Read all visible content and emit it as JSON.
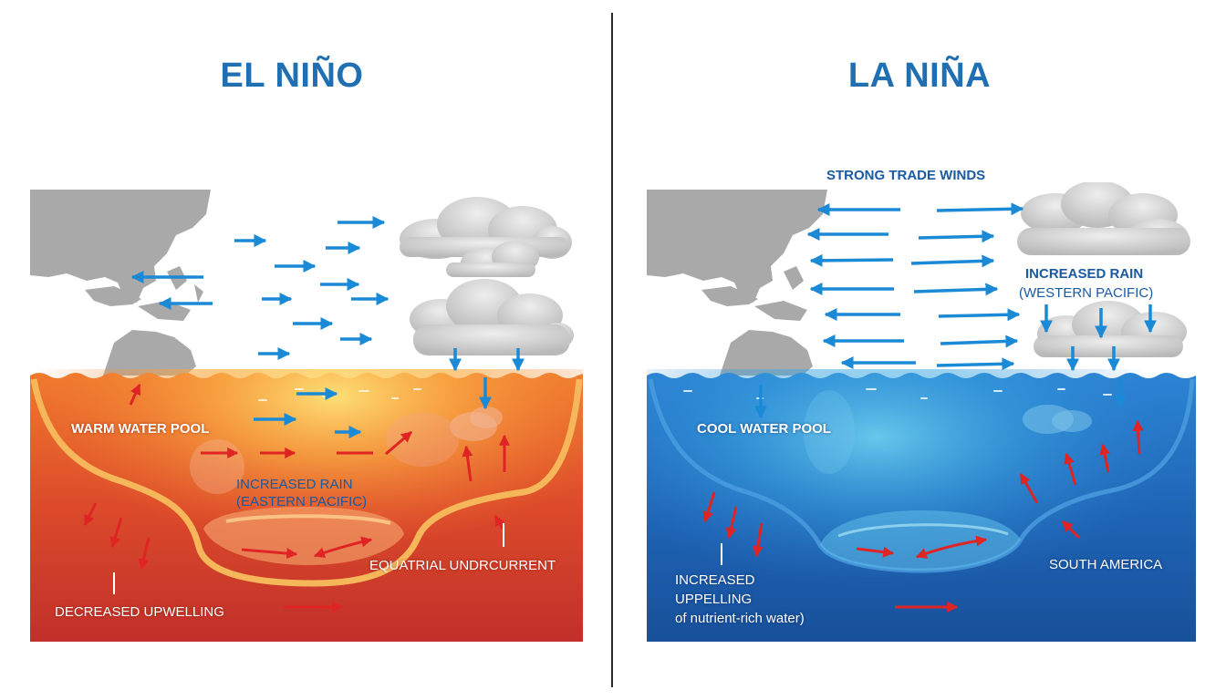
{
  "el_nino": {
    "title": "EL NIÑO",
    "labels": {
      "warm_pool": "WARM WATER POOL",
      "increased_rain_1": "INCREASED RAIN",
      "increased_rain_2": "(EASTERN PACIFIC)",
      "undercurrent": "EQUATRIAL UNDRCURRENT",
      "decreased_upwelling": "DECREASED UPWELLING"
    }
  },
  "la_nina": {
    "title": "LA NIÑA",
    "labels": {
      "trade_winds": "STRONG TRADE WINDS",
      "increased_rain_1": "INCREASED RAIN",
      "increased_rain_2": "(WESTERN PACIFIC)",
      "cool_pool": "COOL WATER POOL",
      "south_america": "SOUTH AMERICA",
      "upwelling_1": "INCREASED",
      "upwelling_2": "UPPELLING",
      "upwelling_3": "of nutrient-rich water)"
    }
  },
  "colors": {
    "title": "#1f6fb2",
    "wind_arrow": "#1b8ad6",
    "current_arrow": "#e02424",
    "warm_water": "#d9452a",
    "cool_water": "#1c5fae",
    "land": "#a9a9a9"
  }
}
